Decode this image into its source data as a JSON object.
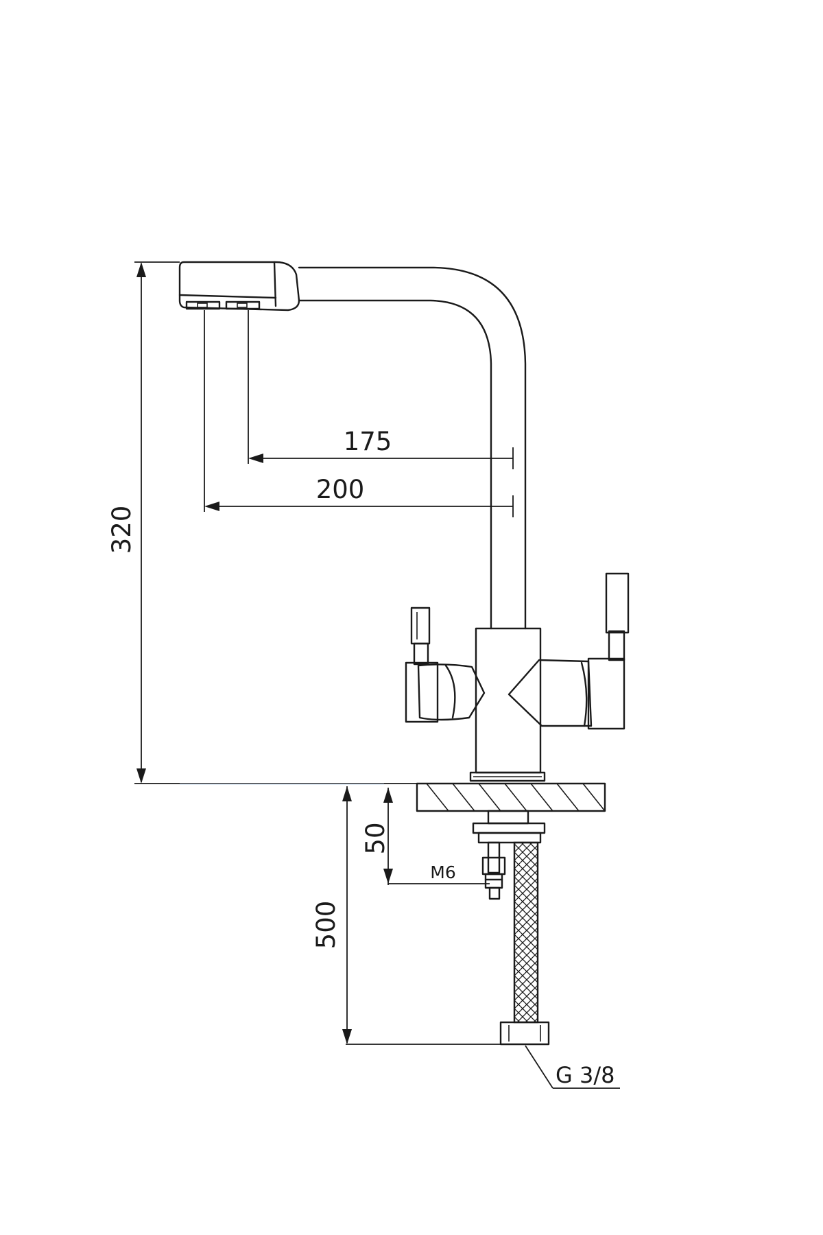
{
  "drawing": {
    "dimensions": {
      "spout_reach_inner": "175",
      "spout_reach_outer": "200",
      "total_height": "320",
      "mounting_stud_length": "50",
      "hose_length": "500"
    },
    "labels": {
      "stud_thread": "M6",
      "hose_thread": "G 3/8"
    },
    "colors": {
      "line": "#1a1a1a",
      "background": "#ffffff"
    }
  }
}
